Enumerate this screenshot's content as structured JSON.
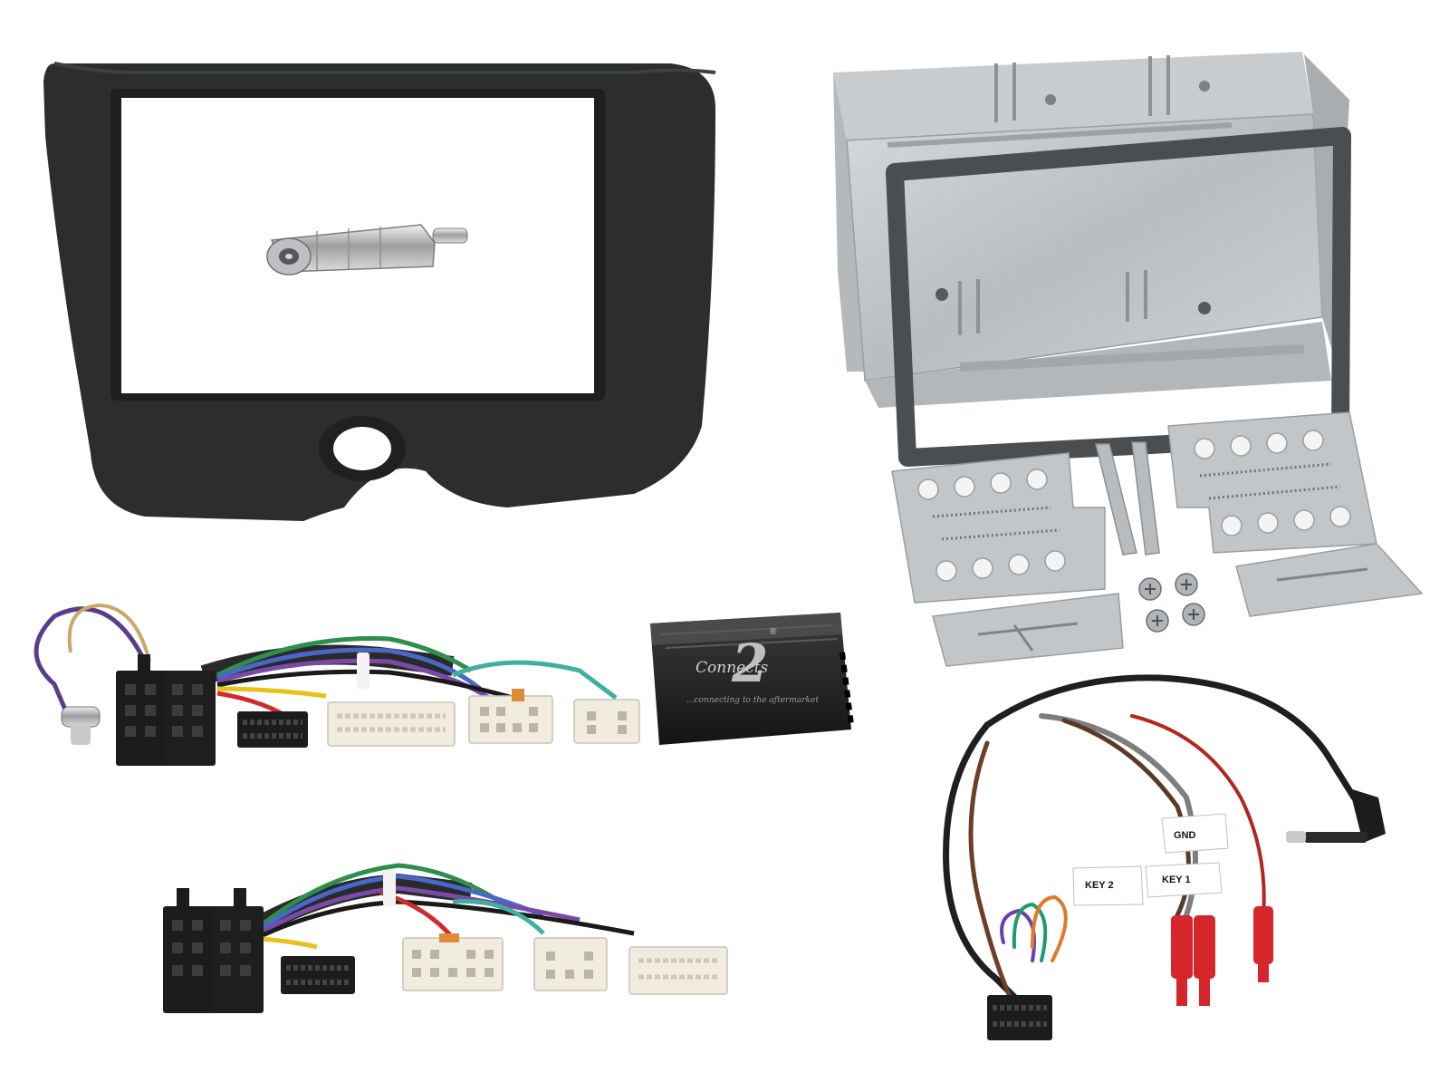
{
  "interface_module": {
    "logo_numeral": "2",
    "brand_name": "Connects",
    "registered_mark": "®",
    "tagline": "...connecting to the aftermarket"
  },
  "patch_lead": {
    "labels": {
      "gnd": "GND",
      "key1": "KEY 1",
      "key2": "KEY 2"
    }
  },
  "colors": {
    "fascia_black": "#2b2d2e",
    "metal_silver": "#c3c6c8",
    "connector_white": "#f1ece0",
    "connector_black": "#1c1c1c",
    "plug_red": "#d4262b"
  }
}
